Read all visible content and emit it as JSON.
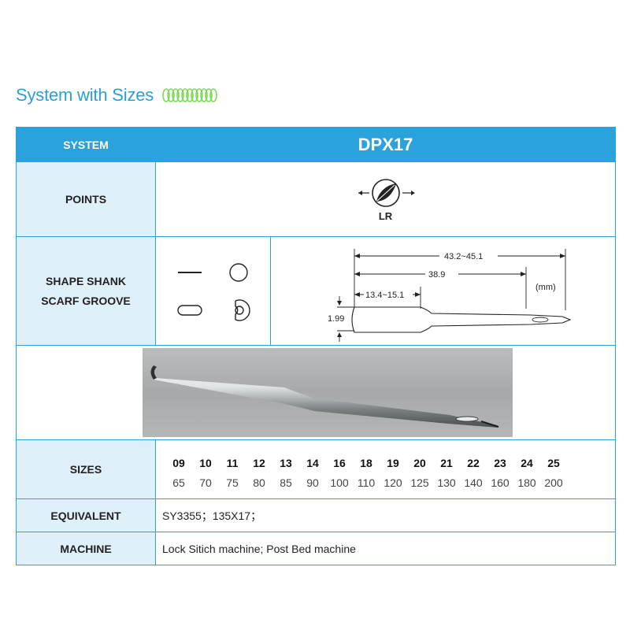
{
  "heading": {
    "title": "System with Sizes",
    "icon": "spring-coil-icon"
  },
  "table": {
    "system": {
      "label": "SYSTEM",
      "value": "DPX17"
    },
    "points": {
      "label": "POINTS",
      "code": "LR",
      "icon": "leaf-point-icon"
    },
    "shape": {
      "label_line1": "SHAPE SHANK",
      "label_line2": "SCARF GROOVE",
      "dimensions": {
        "total_length": "43.2~45.1",
        "blade_length": "38.9",
        "shank_length": "13.4~15.1",
        "shank_diameter": "1.99",
        "unit": "(mm)"
      }
    },
    "sizes": {
      "label": "SIZES",
      "nm": [
        "09",
        "10",
        "11",
        "12",
        "13",
        "14",
        "16",
        "18",
        "19",
        "20",
        "21",
        "22",
        "23",
        "24",
        "25"
      ],
      "metric": [
        "65",
        "70",
        "75",
        "80",
        "85",
        "90",
        "100",
        "110",
        "120",
        "125",
        "130",
        "140",
        "160",
        "180",
        "200"
      ]
    },
    "equivalent": {
      "label": "EQUIVALENT",
      "value": "SY3355；135X17；"
    },
    "machine": {
      "label": "MACHINE",
      "value": "Lock Sitich machine; Post Bed machine"
    }
  },
  "colors": {
    "accent": "#2ba2dc",
    "label_bg": "#dff0fb",
    "heading_text": "#2a9fd6",
    "spring": "#7ed957"
  }
}
